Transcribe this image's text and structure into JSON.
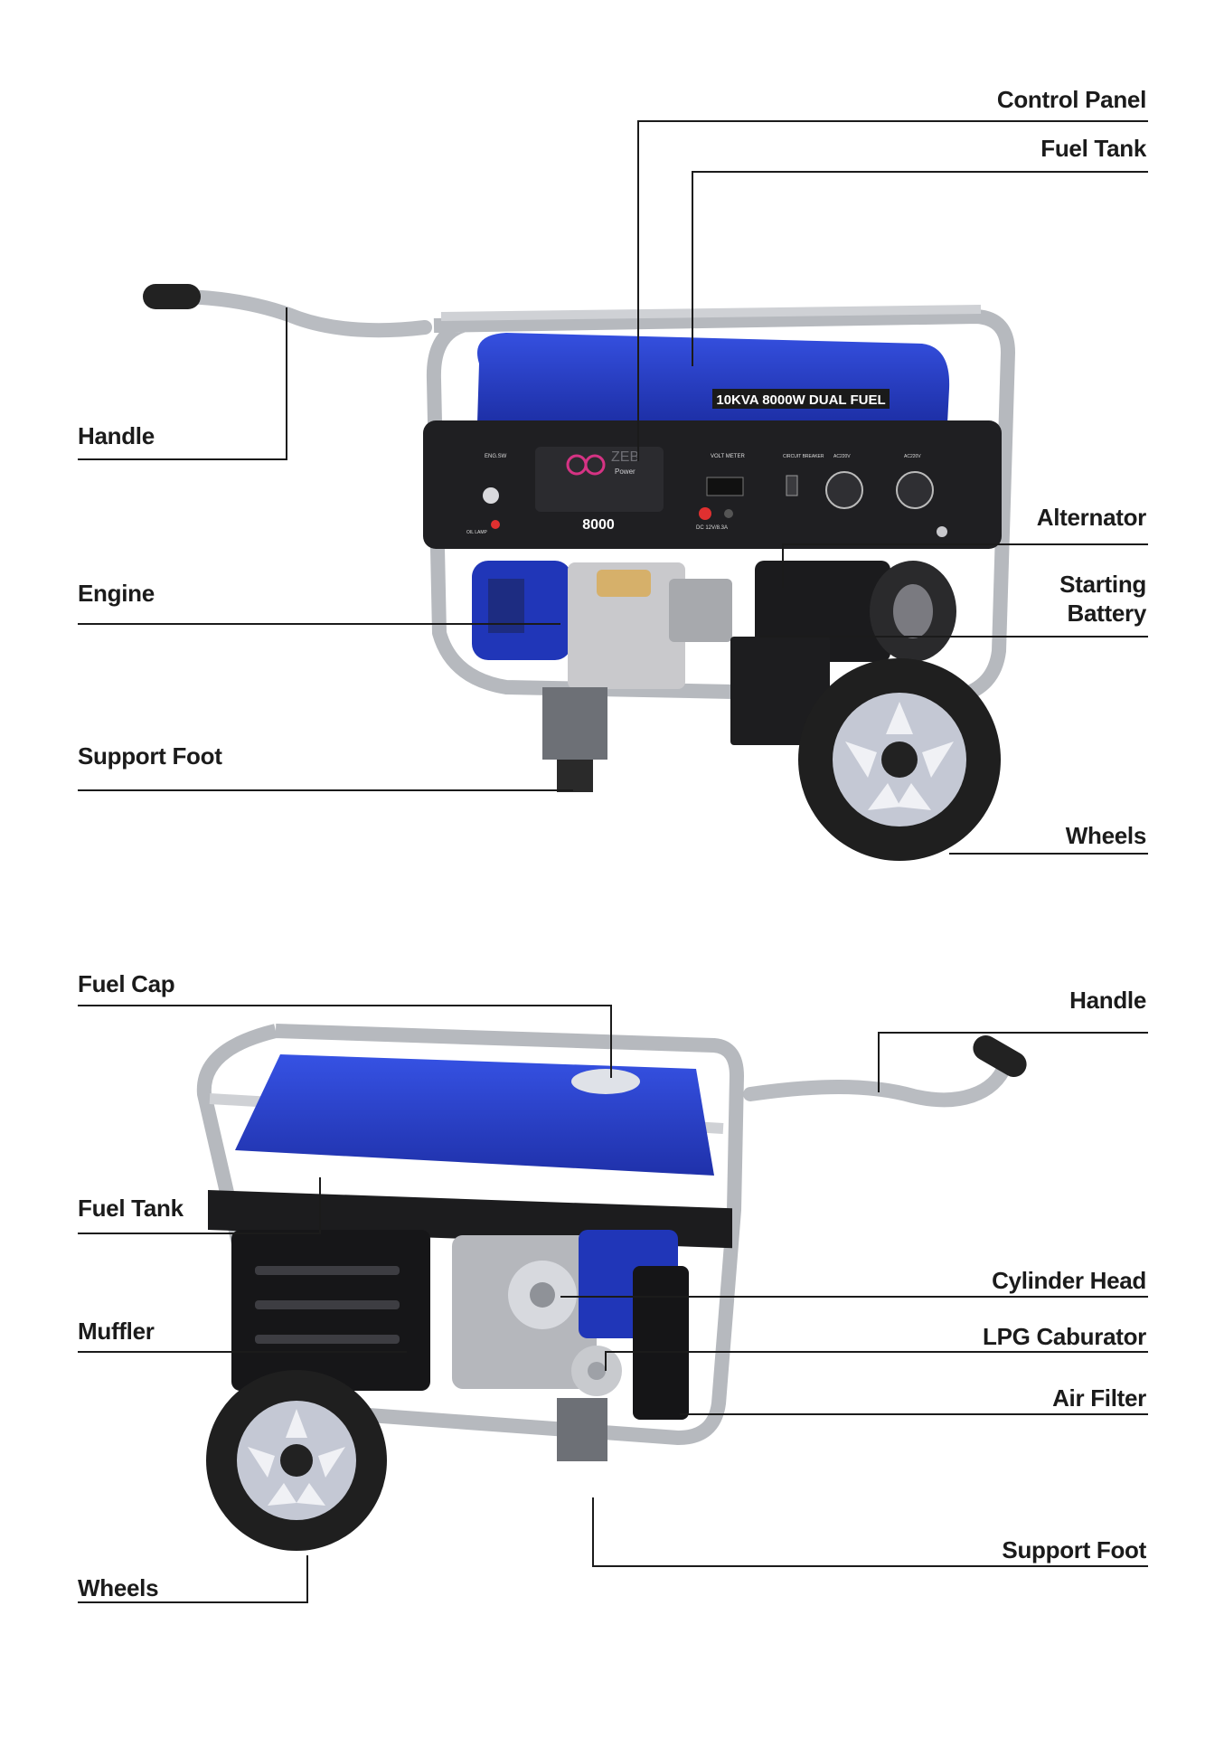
{
  "top_view": {
    "model_banner": "10KVA 8000W DUAL FUEL",
    "panel_model_number": "8000",
    "brand_text": "ZEB",
    "brand_sub": "Power",
    "panel_captions": {
      "engine_sw": "ENG.SW",
      "volt_meter": "VOLT METER",
      "circuit_breaker": "CIRCUIT BREAKER",
      "ac_outlet_1": "AC220V",
      "ac_outlet_2": "AC220V",
      "dc_output": "DC 12V/8.3A",
      "oil_lamp": "OIL LAMP"
    },
    "labels": {
      "control_panel": "Control Panel",
      "fuel_tank": "Fuel Tank",
      "handle": "Handle",
      "alternator": "Alternator",
      "engine": "Engine",
      "starting_battery_line1": "Starting",
      "starting_battery_line2": "Battery",
      "support_foot": "Support Foot",
      "wheels": "Wheels"
    }
  },
  "bottom_view": {
    "labels": {
      "fuel_cap": "Fuel Cap",
      "handle": "Handle",
      "fuel_tank": "Fuel Tank",
      "cylinder_head": "Cylinder Head",
      "muffler": "Muffler",
      "lpg_caburator": "LPG Caburator",
      "air_filter": "Air Filter",
      "support_foot": "Support Foot",
      "wheels": "Wheels"
    }
  },
  "colors": {
    "tank_blue": "#2a3fc4",
    "frame_silver": "#b9bcc1",
    "panel_black": "#1f1f22",
    "leader_line": "#1b1b1b"
  }
}
